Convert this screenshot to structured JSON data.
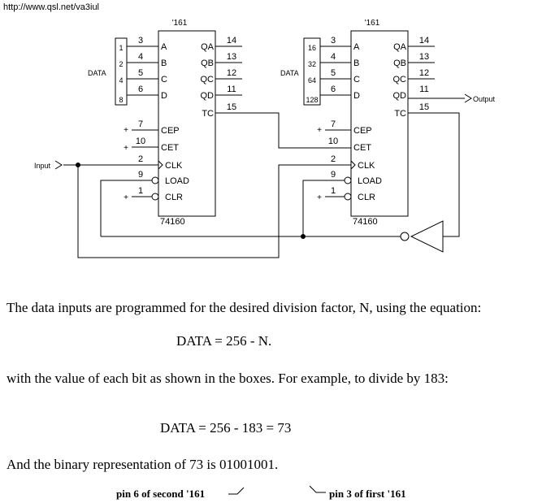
{
  "url": "http://www.qsl.net/va3iul",
  "circuit": {
    "left_chip": {
      "title": "'161",
      "part": "74160",
      "pins_left": [
        {
          "num": "3",
          "name": "A"
        },
        {
          "num": "4",
          "name": "B"
        },
        {
          "num": "5",
          "name": "C"
        },
        {
          "num": "6",
          "name": "D"
        },
        {
          "num": "7",
          "name": "CEP"
        },
        {
          "num": "10",
          "name": "CET"
        },
        {
          "num": "2",
          "name": "CLK"
        },
        {
          "num": "9",
          "name": "LOAD"
        },
        {
          "num": "1",
          "name": "CLR"
        }
      ],
      "pins_right": [
        {
          "num": "14",
          "name": "QA"
        },
        {
          "num": "13",
          "name": "QB"
        },
        {
          "num": "12",
          "name": "QC"
        },
        {
          "num": "11",
          "name": "QD"
        },
        {
          "num": "15",
          "name": "TC"
        }
      ],
      "data_label": "DATA",
      "data_bits": [
        "1",
        "2",
        "4",
        "8"
      ]
    },
    "right_chip": {
      "title": "'161",
      "part": "74160",
      "pins_left": [
        {
          "num": "3",
          "name": "A"
        },
        {
          "num": "4",
          "name": "B"
        },
        {
          "num": "5",
          "name": "C"
        },
        {
          "num": "6",
          "name": "D"
        },
        {
          "num": "7",
          "name": "CEP"
        },
        {
          "num": "10",
          "name": "CET"
        },
        {
          "num": "2",
          "name": "CLK"
        },
        {
          "num": "9",
          "name": "LOAD"
        },
        {
          "num": "1",
          "name": "CLR"
        }
      ],
      "pins_right": [
        {
          "num": "14",
          "name": "QA"
        },
        {
          "num": "13",
          "name": "QB"
        },
        {
          "num": "12",
          "name": "QC"
        },
        {
          "num": "11",
          "name": "QD"
        },
        {
          "num": "15",
          "name": "TC"
        }
      ],
      "data_label": "DATA",
      "data_bits": [
        "16",
        "32",
        "64",
        "128"
      ]
    },
    "input_label": "Input",
    "output_label": "Output",
    "plus_sign": "+"
  },
  "text": {
    "p1": "The data inputs are programmed for the desired division factor, N, using the equation:",
    "eq1": "DATA = 256 - N.",
    "p2": "with the value of each bit as shown in the boxes. For example, to divide by 183:",
    "eq2": "DATA = 256 - 183 = 73",
    "p3": "And the binary representation of 73 is 01001001.",
    "note_left": "pin 6 of second '161",
    "note_right": "pin 3 of first '161"
  }
}
